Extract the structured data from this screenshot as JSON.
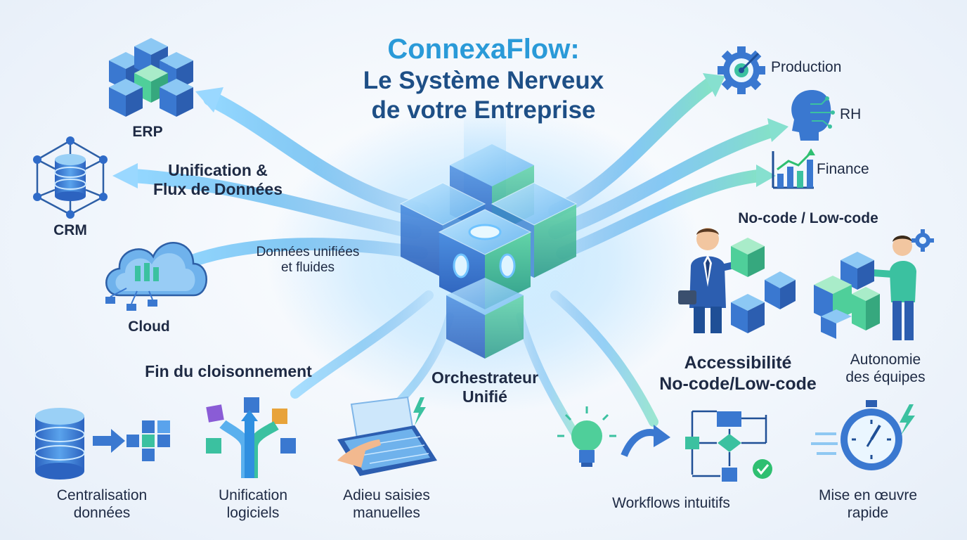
{
  "title": {
    "line1": "ConnexaFlow:",
    "line2": "Le Système Nerveux",
    "line3": "de votre Entreprise"
  },
  "left_systems": {
    "erp": "ERP",
    "crm": "CRM",
    "cloud": "Cloud"
  },
  "flux": {
    "line1": "Unification &",
    "line2": "Flux de Données"
  },
  "donnees": {
    "line1": "Données unifiées",
    "line2": "et fluides"
  },
  "right_outputs": {
    "production": "Production",
    "rh": "RH",
    "finance": "Finance"
  },
  "nocode_header": "No-code / Low-code",
  "accessibilite": {
    "line1": "Accessibilité",
    "line2": "No-code/Low-code"
  },
  "autonomie": {
    "line1": "Autonomie",
    "line2": "des équipes"
  },
  "fin_cloisonnement": "Fin du cloisonnement",
  "orchestrateur": {
    "line1": "Orchestrateur",
    "line2": "Unifié"
  },
  "bottom": {
    "centralisation": {
      "line1": "Centralisation",
      "line2": "données"
    },
    "unification_logiciels": {
      "line1": "Unification",
      "line2": "logiciels"
    },
    "adieu": {
      "line1": "Adieu saisies",
      "line2": "manuelles"
    },
    "workflows": "Workflows intuitifs",
    "mise": {
      "line1": "Mise en œuvre",
      "line2": "rapide"
    }
  },
  "colors": {
    "title_accent": "#2a9ad8",
    "title_dark": "#1e4f86",
    "cube_blue": "#3f7fd6",
    "cube_green": "#4fcf9a",
    "text_dark": "#1e2a44",
    "check_green": "#2fbf71"
  },
  "icons": [
    "erp-cubes-icon",
    "crm-database-network-icon",
    "cloud-icon",
    "central-cube-icon",
    "gear-target-icon",
    "head-circuit-icon",
    "bar-chart-icon",
    "businessman-icon",
    "worker-icon",
    "database-icon",
    "arrows-split-icon",
    "tablet-hand-icon",
    "lightbulb-icon",
    "flowchart-icon",
    "stopwatch-icon"
  ]
}
